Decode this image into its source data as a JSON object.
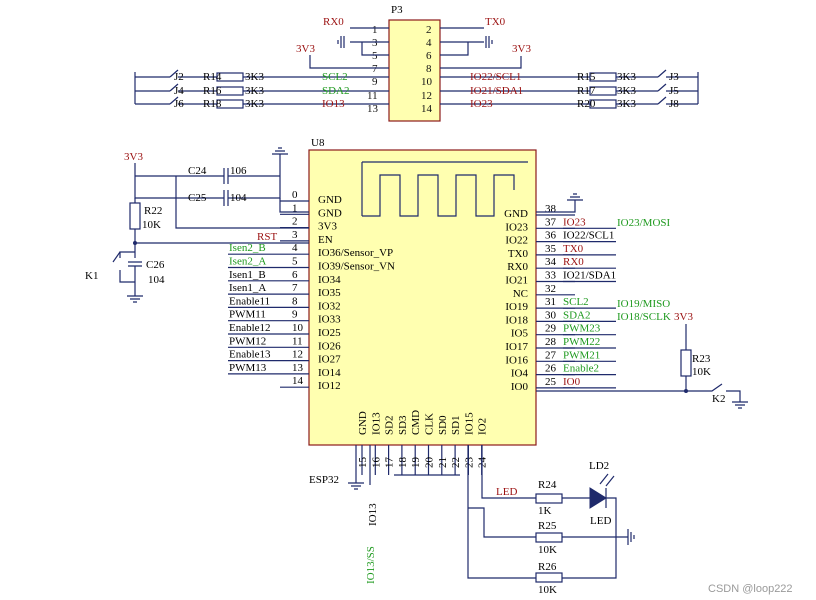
{
  "header": {
    "p3": "P3",
    "u8": "U8",
    "esp": "ESP32"
  },
  "p3": {
    "left_pins": [
      "1",
      "3",
      "5",
      "7",
      "9",
      "11",
      "13"
    ],
    "right_pins": [
      "2",
      "4",
      "6",
      "8",
      "10",
      "12",
      "14"
    ],
    "rx0": "RX0",
    "tx0": "TX0",
    "v3l": "3V3",
    "v3r": "3V3",
    "net_left": [
      "SCL2",
      "SDA2",
      "IO13"
    ],
    "net_right": [
      "IO22/SCL1",
      "IO21/SDA1",
      "IO23"
    ]
  },
  "jumpers_left": [
    {
      "j": "J2",
      "r": "R14",
      "v": "3K3"
    },
    {
      "j": "J4",
      "r": "R16",
      "v": "3K3"
    },
    {
      "j": "J6",
      "r": "R18",
      "v": "3K3"
    }
  ],
  "jumpers_right": [
    {
      "j": "J3",
      "r": "R15",
      "v": "3K3"
    },
    {
      "j": "J5",
      "r": "R17",
      "v": "3K3"
    },
    {
      "j": "J8",
      "r": "R20",
      "v": "3K3"
    }
  ],
  "left_circuit": {
    "v33": "3V3",
    "c24": "C24",
    "c24v": "106",
    "c25": "C25",
    "c25v": "104",
    "r22": "R22",
    "r22v": "10K",
    "c26": "C26",
    "c26v": "104",
    "k1": "K1",
    "rst": "RST"
  },
  "u8_left": {
    "pin_nums": [
      "0",
      "1",
      "2",
      "3",
      "4",
      "5",
      "6",
      "7",
      "8",
      "9",
      "10",
      "11",
      "12",
      "13",
      "14"
    ],
    "inner": [
      "GND",
      "GND",
      "3V3",
      "EN",
      "IO36/Sensor_VP",
      "IO39/Sensor_VN",
      "IO34",
      "IO35",
      "IO32",
      "IO33",
      "IO25",
      "IO26",
      "IO27",
      "IO14",
      "IO12"
    ],
    "nets": [
      {
        "pin": 4,
        "text": "Isen2_B",
        "color": "green"
      },
      {
        "pin": 5,
        "text": "Isen2_A",
        "color": "green"
      },
      {
        "pin": 6,
        "text": "Isen1_B",
        "color": "black"
      },
      {
        "pin": 7,
        "text": "Isen1_A",
        "color": "black"
      },
      {
        "pin": 8,
        "text": "Enable11",
        "color": "black"
      },
      {
        "pin": 9,
        "text": "PWM11",
        "color": "black"
      },
      {
        "pin": 10,
        "text": "Enable12",
        "color": "black"
      },
      {
        "pin": 11,
        "text": "PWM12",
        "color": "black"
      },
      {
        "pin": 12,
        "text": "Enable13",
        "color": "black"
      },
      {
        "pin": 13,
        "text": "PWM13",
        "color": "black"
      }
    ]
  },
  "u8_right": {
    "pin_nums": [
      "38",
      "37",
      "36",
      "35",
      "34",
      "33",
      "32",
      "31",
      "30",
      "29",
      "28",
      "27",
      "26",
      "25"
    ],
    "inner": [
      "GND",
      "IO23",
      "IO22",
      "TX0",
      "RX0",
      "IO21",
      "NC",
      "IO19",
      "IO18",
      "IO5",
      "IO17",
      "IO16",
      "IO4",
      "IO0"
    ],
    "nets": [
      {
        "text": "",
        "color": "red"
      },
      {
        "text": "IO23",
        "color": "red"
      },
      {
        "text": "IO22/SCL1",
        "color": "black"
      },
      {
        "text": "TX0",
        "color": "red"
      },
      {
        "text": "RX0",
        "color": "red"
      },
      {
        "text": "IO21/SDA1",
        "color": "black"
      },
      {
        "text": "",
        "color": "black"
      },
      {
        "text": "SCL2",
        "color": "green"
      },
      {
        "text": "SDA2",
        "color": "green"
      },
      {
        "text": "PWM23",
        "color": "green"
      },
      {
        "text": "PWM22",
        "color": "green"
      },
      {
        "text": "PWM21",
        "color": "green"
      },
      {
        "text": "Enable2",
        "color": "green"
      },
      {
        "text": "IO0",
        "color": "red"
      }
    ],
    "far": [
      "IO23/MOSI",
      "IO19/MISO",
      "IO18/SCLK"
    ],
    "v33": "3V3",
    "r23": "R23",
    "r23v": "10K",
    "k2": "K2"
  },
  "u8_bottom": {
    "inner": [
      "GND",
      "IO13",
      "SD2",
      "SD3",
      "CMD",
      "CLK",
      "SD0",
      "SD1",
      "IO15",
      "IO2"
    ],
    "pins": [
      "15",
      "16",
      "17",
      "18",
      "19",
      "20",
      "21",
      "22",
      "23",
      "24"
    ],
    "io13": "IO13",
    "io13ss": "IO13/SS"
  },
  "led_circuit": {
    "led": "LED",
    "ld2": "LD2",
    "led_label": "LED",
    "r24": "R24",
    "r24v": "1K",
    "r25": "R25",
    "r25v": "10K",
    "r26": "R26",
    "r26v": "10K"
  },
  "watermark": "CSDN @loop222"
}
